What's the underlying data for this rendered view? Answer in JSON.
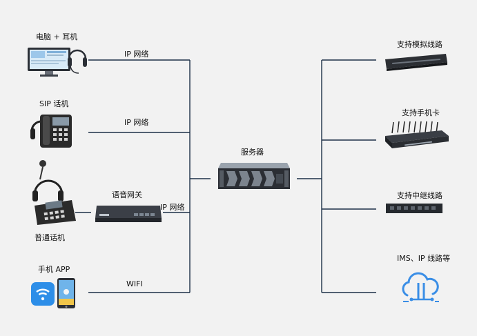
{
  "left_devices": [
    {
      "label": "电脑 + 耳机",
      "icon": "computer-headset-icon",
      "link_label": "IP 网络"
    },
    {
      "label": "SIP 话机",
      "icon": "sip-phone-icon",
      "link_label": "IP 网络"
    },
    {
      "label": "普通话机",
      "icon": "analog-phone-icon",
      "link_label": "IP 网络"
    },
    {
      "label": "手机 APP",
      "icon": "mobile-app-icon",
      "link_label": "WIFI"
    }
  ],
  "gateway": {
    "label": "语音网关",
    "icon": "voice-gateway-icon"
  },
  "server": {
    "label": "服务器",
    "icon": "server-icon"
  },
  "right_devices": [
    {
      "label": "支持模拟线路",
      "icon": "analog-line-card-icon"
    },
    {
      "label": "支持手机卡",
      "icon": "sim-gateway-icon"
    },
    {
      "label": "支持中继线路",
      "icon": "trunk-gateway-icon"
    },
    {
      "label": "IMS、IP 线路等",
      "icon": "cloud-icon"
    }
  ],
  "colors": {
    "line": "#1d3047",
    "background": "#f2f2f2",
    "accent": "#3a8ee6"
  }
}
